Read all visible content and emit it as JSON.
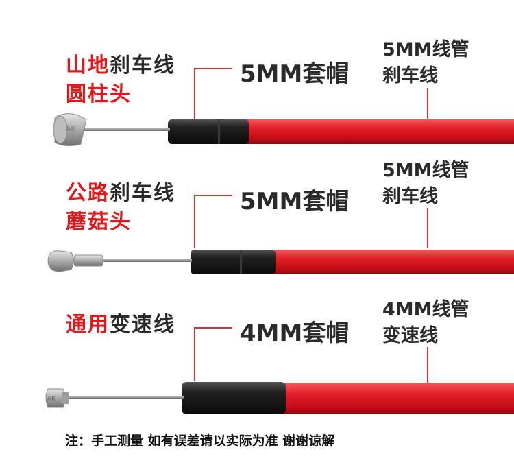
{
  "sections": [
    {
      "title_red": "山地",
      "title_rest": "刹车线",
      "head_label": "圆柱头",
      "cap_label": "5MM套帽",
      "spec_line1": "5MM线管",
      "spec_line2": "刹车线",
      "head_mark": "AK"
    },
    {
      "title_red": "公路",
      "title_rest": "刹车线",
      "head_label": "蘑菇头",
      "cap_label": "5MM套帽",
      "spec_line1": "5MM线管",
      "spec_line2": "刹车线"
    },
    {
      "title_red": "通用",
      "title_rest": "变速线",
      "cap_label": "4MM套帽",
      "spec_line1": "4MM线管",
      "spec_line2": "变速线",
      "head_mark": "AK"
    }
  ],
  "footer": {
    "note": "注：手工测量 如有误差请以实际为准 谢谢谅解"
  },
  "colors": {
    "accent_red": "#e0181c",
    "housing_red": "#e3202a",
    "ferrule_black": "#1c1c1c",
    "cable_gray": "#8a8a8a"
  }
}
